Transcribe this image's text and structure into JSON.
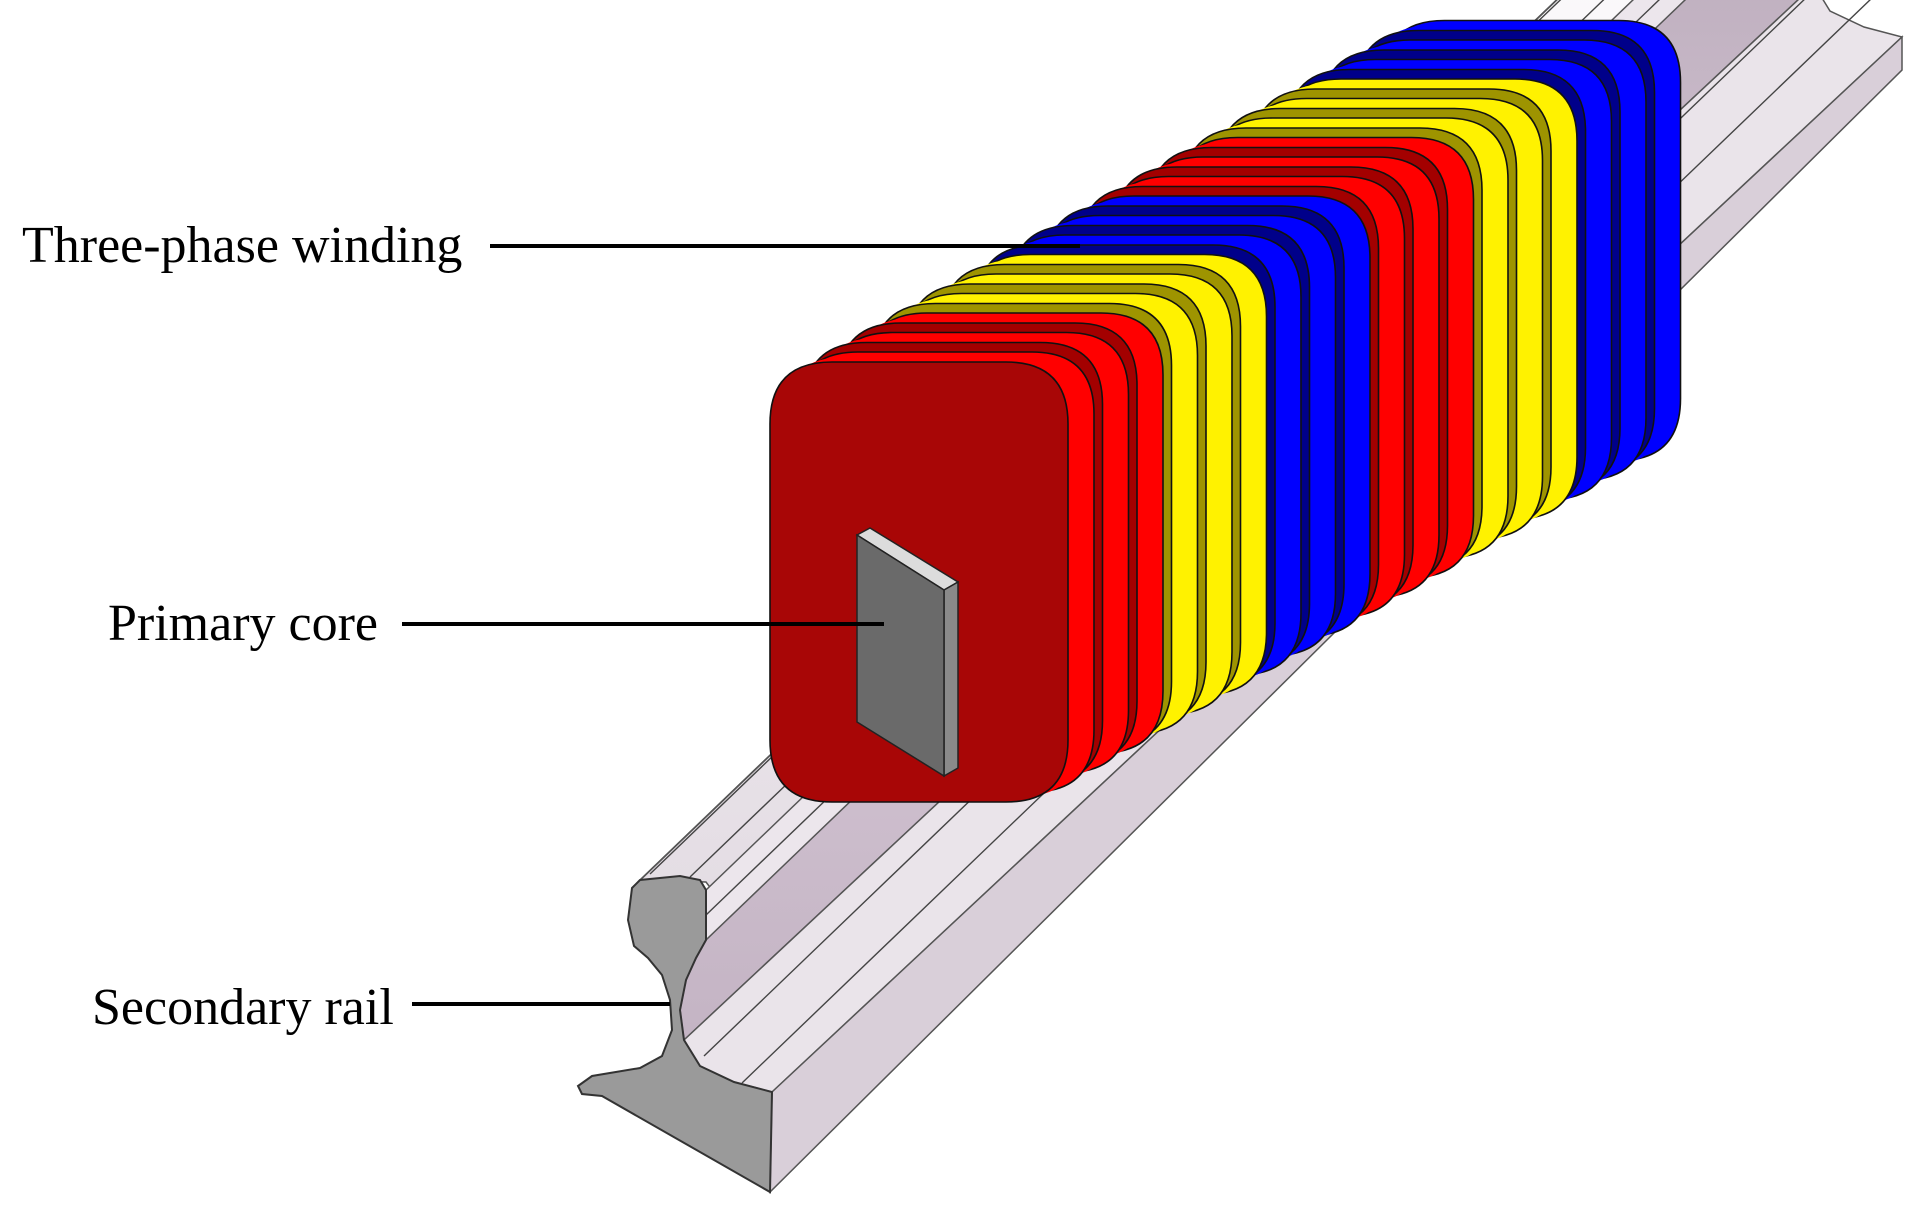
{
  "labels": {
    "winding": "Three-phase winding",
    "core": "Primary core",
    "rail": "Secondary rail"
  },
  "colors": {
    "phase_red": "#ff0000",
    "phase_red_front": "#a80606",
    "phase_red_dark": "#a30000",
    "phase_yellow": "#fff200",
    "phase_yellow_dark": "#9e9400",
    "phase_blue": "#0000ff",
    "phase_blue_dark": "#00008a",
    "core_gray": "#6a6a6a",
    "core_light": "#dcdcdc",
    "rail_light": "#f2eef2",
    "rail_mid": "#cbbdcb",
    "rail_dark": "#a999a9",
    "rail_end": "#9a9a9a",
    "leader": "#000000"
  },
  "winding_phase_sequence": [
    "red",
    "red",
    "red",
    "yellow",
    "yellow",
    "yellow",
    "blue",
    "blue",
    "blue",
    "red",
    "red",
    "red",
    "yellow",
    "yellow",
    "yellow",
    "blue",
    "blue",
    "blue"
  ]
}
